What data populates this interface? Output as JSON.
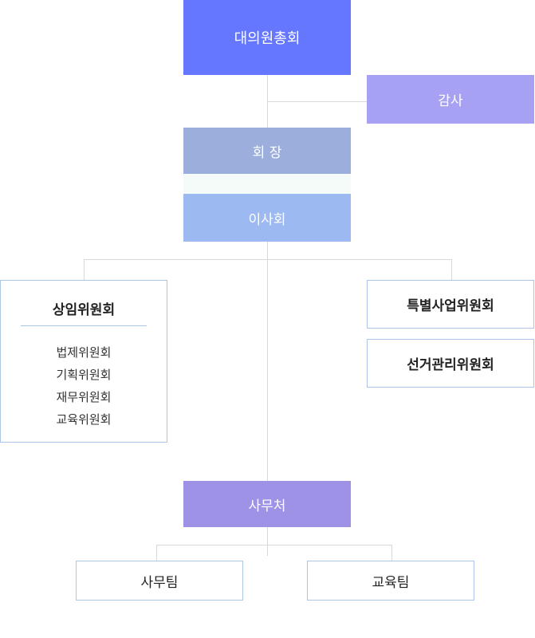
{
  "nodes": {
    "assembly": "대의원총회",
    "auditor": "감사",
    "chairman": "회 장",
    "board": "이사회",
    "standing_committee": {
      "title": "상임위원회",
      "items": [
        "법제위원회",
        "기획위원회",
        "재무위원회",
        "교육위원회"
      ]
    },
    "special_project_committee": "특별사업위원회",
    "election_committee": "선거관리위원회",
    "secretariat": "사무처",
    "office_team": "사무팀",
    "education_team": "교육팀"
  },
  "colors": {
    "assembly": "#6677ff",
    "auditor": "#a6a1f3",
    "chairman": "#9cafdc",
    "board": "#9cb9f2",
    "secretariat": "#9d92e6",
    "outline": "#aec4e8",
    "connector": "#d9d9d9"
  }
}
